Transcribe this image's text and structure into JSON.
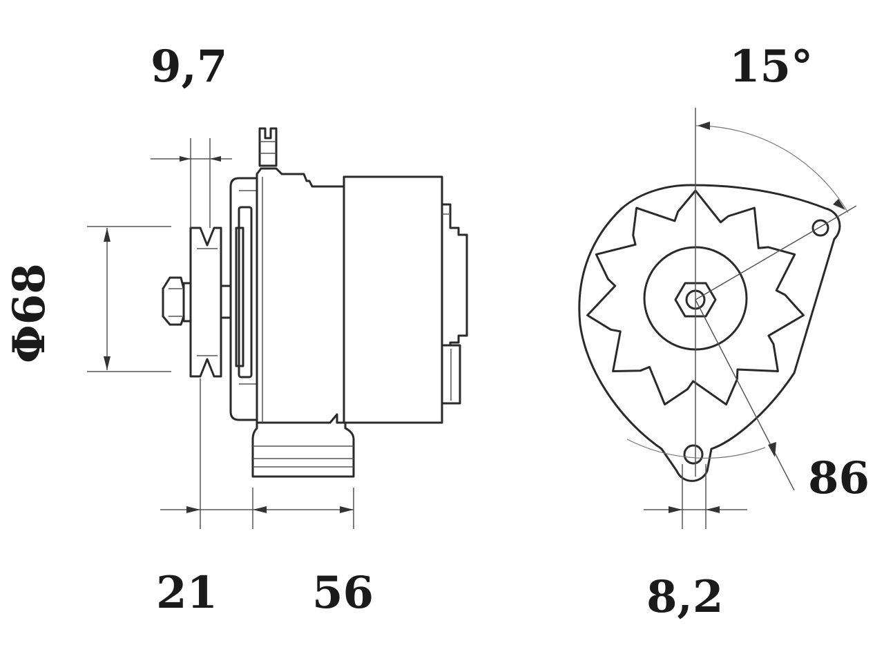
{
  "labels": {
    "top_left": "9,7",
    "top_right": "15°",
    "side_diameter": "Φ68",
    "bottom_left": "21",
    "bottom_mid": "56",
    "bottom_right": "8,2",
    "right_mid": "86"
  },
  "colors": {
    "line": "#2a2a2a",
    "text": "#1a1a1a",
    "background": "#ffffff"
  }
}
